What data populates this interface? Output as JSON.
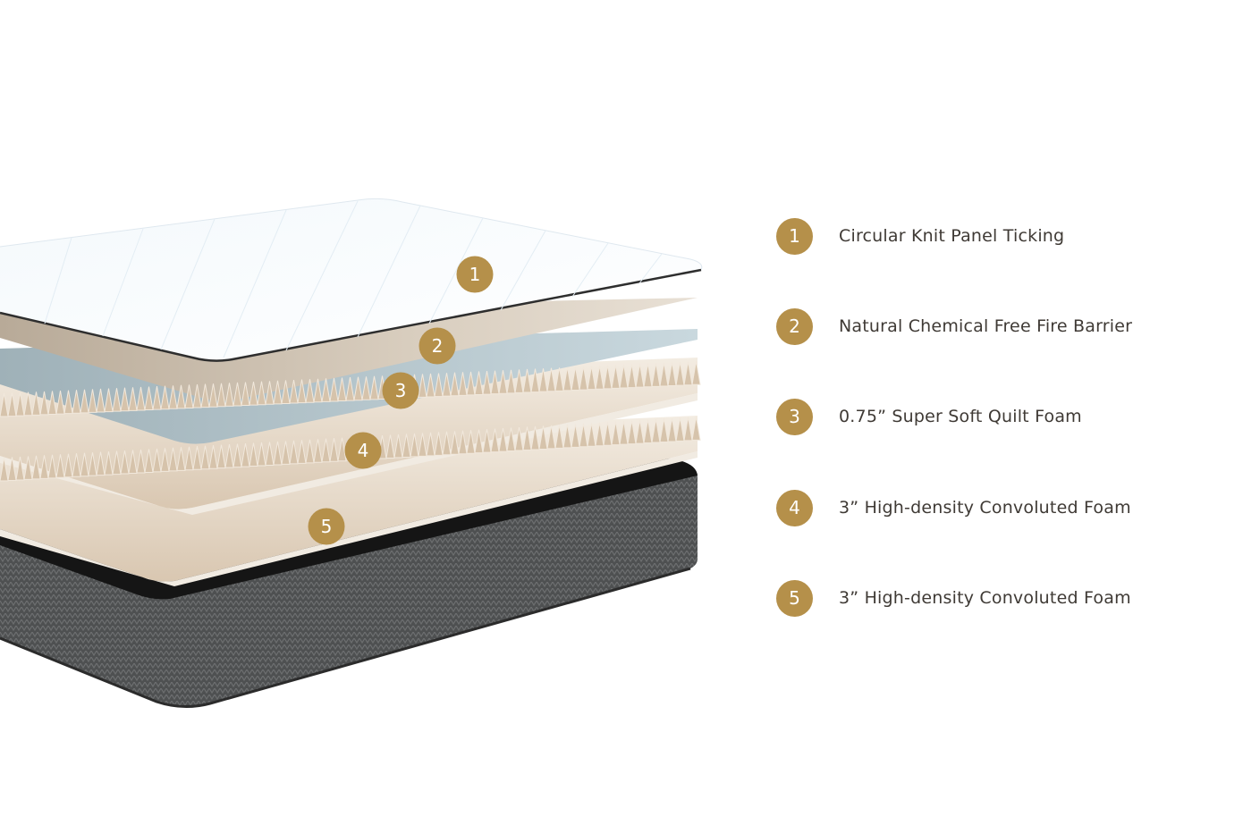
{
  "accent_color": "#b5904a",
  "layers": [
    {
      "number": "1",
      "label": "Circular Knit Panel Ticking",
      "icon": "number-badge"
    },
    {
      "number": "2",
      "label": "Natural Chemical Free Fire Barrier",
      "icon": "number-badge"
    },
    {
      "number": "3",
      "label": "0.75” Super Soft Quilt Foam",
      "icon": "number-badge"
    },
    {
      "number": "4",
      "label": "3” High-density Convoluted Foam",
      "icon": "number-badge"
    },
    {
      "number": "5",
      "label": "3” High-density Convoluted Foam",
      "icon": "number-badge"
    }
  ]
}
